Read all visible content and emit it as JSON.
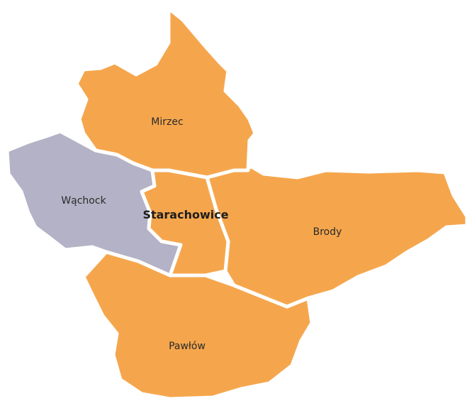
{
  "colors": {
    "orange": "#F5A64D",
    "gray": "#B4B2C6",
    "border": "#FFFFFF"
  },
  "regions": [
    {
      "id": "mirzec",
      "label": "Mirzec",
      "color": "#F5A64D"
    },
    {
      "id": "wachock",
      "label": "Wąchock",
      "color": "#B4B2C6"
    },
    {
      "id": "starachowice",
      "label": "Starachowice",
      "color": "#F5A64D"
    },
    {
      "id": "brody",
      "label": "Brody",
      "color": "#F5A64D"
    },
    {
      "id": "pawlow",
      "label": "Pawłów",
      "color": "#F5A64D"
    }
  ]
}
